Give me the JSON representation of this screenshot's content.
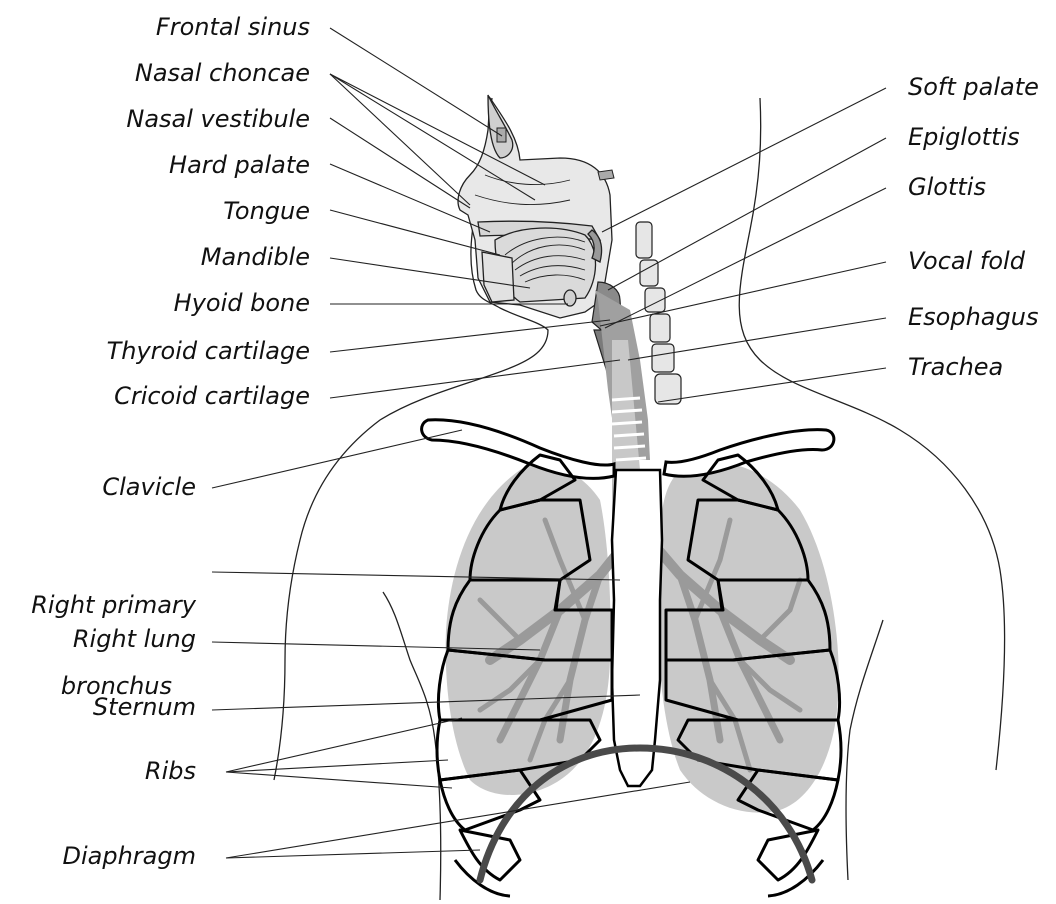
{
  "diagram": {
    "labels": {
      "frontal_sinus": "Frontal sinus",
      "nasal_choncae": "Nasal choncae",
      "nasal_vestibule": "Nasal vestibule",
      "hard_palate": "Hard palate",
      "tongue": "Tongue",
      "mandible": "Mandible",
      "hyoid_bone": "Hyoid bone",
      "thyroid_cartilage": "Thyroid cartilage",
      "cricoid_cartilage": "Cricoid cartilage",
      "clavicle": "Clavicle",
      "right_primary_bronchus_line1": "Right primary",
      "right_primary_bronchus_line2": "bronchus",
      "right_lung": "Right lung",
      "sternum": "Sternum",
      "ribs": "Ribs",
      "diaphragm": "Diaphragm",
      "soft_palate": "Soft palate",
      "epiglottis": "Epiglottis",
      "glottis": "Glottis",
      "vocal_fold": "Vocal fold",
      "esophagus": "Esophagus",
      "trachea": "Trachea"
    },
    "colors": {
      "lung_fill": "#c9c9c9",
      "bronchi_fill": "#9a9a9a",
      "rib_outline": "#000000",
      "diaphragm_stroke": "#4a4a4a",
      "trachea_fill": "#8a8a8a",
      "leader_line": "#222222"
    }
  }
}
